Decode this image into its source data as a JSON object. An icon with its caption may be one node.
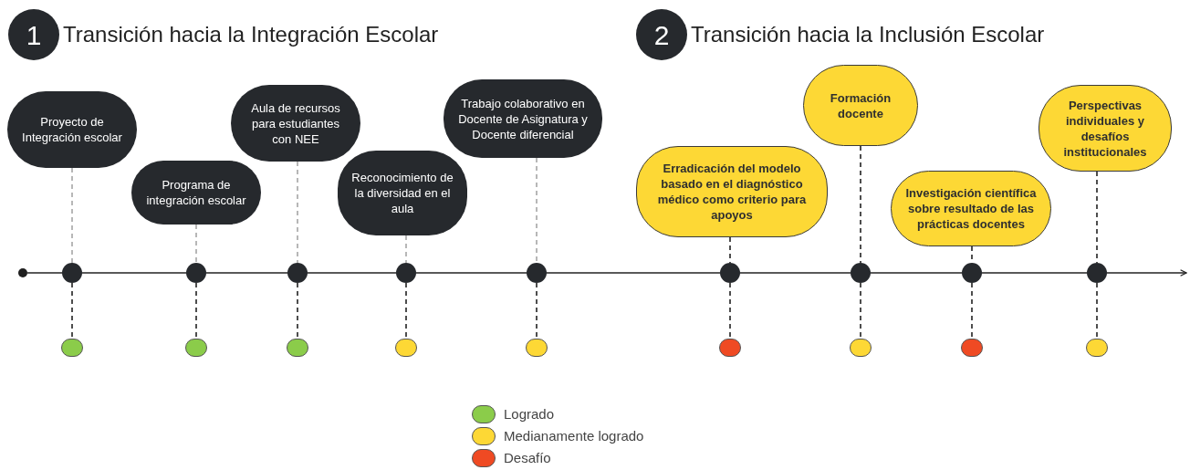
{
  "diagram": {
    "nodes": [
      {
        "text": [
          "1"
        ],
        "beside": [
          "Transición hacia la Integración Escolar"
        ]
      },
      {
        "text": [
          "2"
        ],
        "beside": [
          "Transición hacia la Inclusión Escolar"
        ]
      },
      {
        "text": [
          "Proyecto de Integración escolar"
        ]
      },
      {
        "text": [
          "Programa de integración escolar"
        ]
      },
      {
        "text": [
          "Aula de recursos para estudiantes con NEE"
        ]
      },
      {
        "text": [
          "Reconocimiento de la diversidad en el aula"
        ]
      },
      {
        "text": [
          "Trabajo colaborativo en Docente de Asignatura y Docente diferencial"
        ]
      },
      {
        "text": [
          "Erradicación del modelo basado en el diagnóstico médico como criterio para apoyos"
        ]
      },
      {
        "text": [
          "Formación docente"
        ]
      },
      {
        "text": [
          "Investigación científica sobre resultado de las prácticas docentes"
        ]
      },
      {
        "text": [
          "Perspectivas individuales y desafíos institucionales"
        ]
      },
      {
        "text": [],
        "shape": "circle"
      },
      {
        "text": [],
        "shape": "circle"
      },
      {
        "text": [],
        "shape": "circle"
      },
      {
        "text": [],
        "shape": "circle"
      },
      {
        "text": [],
        "shape": "circle"
      },
      {
        "text": [],
        "shape": "circle"
      },
      {
        "text": [],
        "shape": "circle"
      },
      {
        "text": [],
        "shape": "circle"
      },
      {
        "text": [],
        "shape": "circle"
      },
      {
        "text": [],
        "shape": "circle"
      },
      {
        "text": [],
        "shape": "circle"
      },
      {
        "text": [],
        "shape": "circle"
      },
      {
        "text": [],
        "shape": "circle"
      },
      {
        "text": [],
        "shape": "circle"
      },
      {
        "text": [],
        "shape": "circle"
      },
      {
        "text": [],
        "shape": "circle"
      },
      {
        "text": [],
        "shape": "circle"
      },
      {
        "text": [],
        "shape": "circle"
      },
      {
        "text": [],
        "shape": "circle"
      }
    ],
    "edges": [
      {
        "from": 11,
        "to": 12,
        "arrow": "none"
      },
      {
        "from": 12,
        "to": 13,
        "arrow": "none"
      },
      {
        "from": 13,
        "to": 14,
        "arrow": "none"
      },
      {
        "from": 14,
        "to": 15,
        "arrow": "none"
      },
      {
        "from": 15,
        "to": 16,
        "arrow": "none"
      },
      {
        "from": 16,
        "to": 17,
        "arrow": "none"
      },
      {
        "from": 17,
        "to": 18,
        "arrow": "none"
      },
      {
        "from": 18,
        "to": 19,
        "arrow": "none"
      },
      {
        "from": 19,
        "to": 20,
        "arrow": "none"
      },
      {
        "from": 20,
        "to": null,
        "arrow": "to"
      },
      {
        "from": 2,
        "to": 12,
        "arrow": "none",
        "style": "dashed",
        "color": "#a6a6a6"
      },
      {
        "from": 3,
        "to": 13,
        "arrow": "none",
        "style": "dashed",
        "color": "#a6a6a6"
      },
      {
        "from": 4,
        "to": 14,
        "arrow": "none",
        "style": "dashed",
        "color": "#a6a6a6"
      },
      {
        "from": 5,
        "to": 15,
        "arrow": "none",
        "style": "dashed",
        "color": "#a6a6a6"
      },
      {
        "from": 6,
        "to": 16,
        "arrow": "none",
        "style": "dashed",
        "color": "#a6a6a6"
      },
      {
        "from": 7,
        "to": 17,
        "arrow": "none",
        "style": "dashed"
      },
      {
        "from": 8,
        "to": 18,
        "arrow": "none",
        "style": "dashed"
      },
      {
        "from": 9,
        "to": 19,
        "arrow": "none",
        "style": "dashed"
      },
      {
        "from": 10,
        "to": 20,
        "arrow": "none",
        "style": "dashed"
      },
      {
        "from": 12,
        "to": 21,
        "arrow": "none",
        "style": "dashed"
      },
      {
        "from": 13,
        "to": 22,
        "arrow": "none",
        "style": "dashed"
      },
      {
        "from": 14,
        "to": 23,
        "arrow": "none",
        "style": "dashed"
      },
      {
        "from": 15,
        "to": 24,
        "arrow": "none",
        "style": "dashed"
      },
      {
        "from": 16,
        "to": 25,
        "arrow": "none",
        "style": "dashed"
      },
      {
        "from": 17,
        "to": 26,
        "arrow": "none",
        "style": "dashed"
      },
      {
        "from": 18,
        "to": 27,
        "arrow": "none",
        "style": "dashed"
      },
      {
        "from": 19,
        "to": 28,
        "arrow": "none",
        "style": "dashed"
      },
      {
        "from": 20,
        "to": 29,
        "arrow": "none",
        "style": "dashed"
      }
    ],
    "legend": [
      {
        "text": "Logrado",
        "color": "#8bcc4a"
      },
      {
        "text": "Medianamente logrado",
        "color": "#fdd835"
      },
      {
        "text": "Desafío",
        "color": "#ef4a23"
      }
    ]
  }
}
